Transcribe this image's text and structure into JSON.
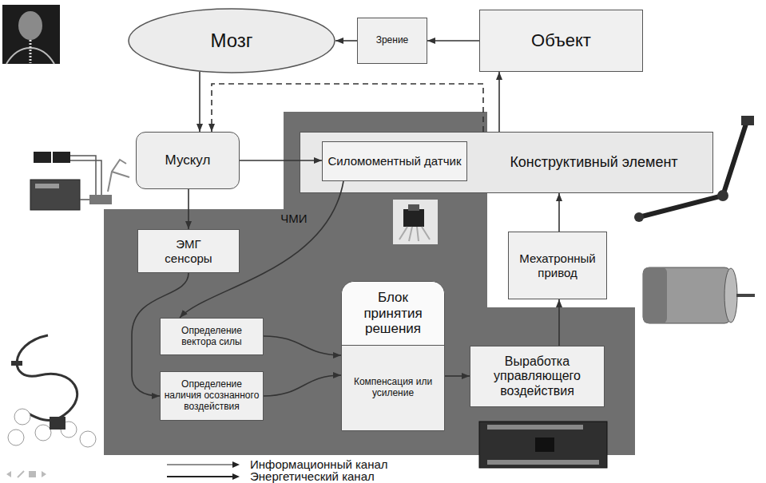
{
  "diagram": {
    "nodes": [
      {
        "text": [
          "Мозг"
        ]
      },
      {
        "text": [
          "Зрение"
        ]
      },
      {
        "text": [
          "Объект"
        ]
      },
      {
        "text": [
          "Мускул"
        ]
      },
      {
        "text": [
          "Конструктивный элемент"
        ]
      },
      {
        "text": [
          "Силомоментный датчик"
        ],
        "in": 4
      },
      {
        "text": [
          "ЧМИ"
        ]
      },
      {
        "text": [
          "ЭМГ сенсоры"
        ],
        "in": 6
      },
      {
        "text": [
          "Определение вектора силы"
        ],
        "in": 6
      },
      {
        "text": [
          "Определение наличия осознанного воздействия"
        ],
        "in": 6
      },
      {
        "text": [
          "Блок принятия решения",
          "Компенсация или усиление"
        ],
        "in": 6
      },
      {
        "text": [
          "Выработка управляющего воздействия"
        ],
        "in": 6
      },
      {
        "text": [
          "Мехатронный привод"
        ]
      }
    ],
    "edges": [
      {
        "from": 2,
        "to": 1,
        "arrow": "to"
      },
      {
        "from": 1,
        "to": 0,
        "arrow": "to"
      },
      {
        "from": 0,
        "to": 3,
        "arrow": "to"
      },
      {
        "from": 3,
        "to": 5,
        "arrow": "to"
      },
      {
        "from": 4,
        "to": 2,
        "arrow": "to"
      },
      {
        "from": 4,
        "to": 3,
        "arrow": "to"
      },
      {
        "from": 3,
        "to": 7,
        "arrow": "to"
      },
      {
        "from": 7,
        "to": 9,
        "arrow": "to"
      },
      {
        "from": 5,
        "to": 8,
        "arrow": "to"
      },
      {
        "from": 8,
        "to": 10,
        "arrow": "to"
      },
      {
        "from": 9,
        "to": 10,
        "arrow": "to"
      },
      {
        "from": 10,
        "to": 11,
        "arrow": "to"
      },
      {
        "from": 11,
        "to": 12,
        "arrow": "to"
      },
      {
        "from": 12,
        "to": 4,
        "arrow": "to"
      }
    ],
    "legend": [
      {
        "text": "Информационный канал"
      },
      {
        "text": "Энергетический канал"
      }
    ]
  }
}
